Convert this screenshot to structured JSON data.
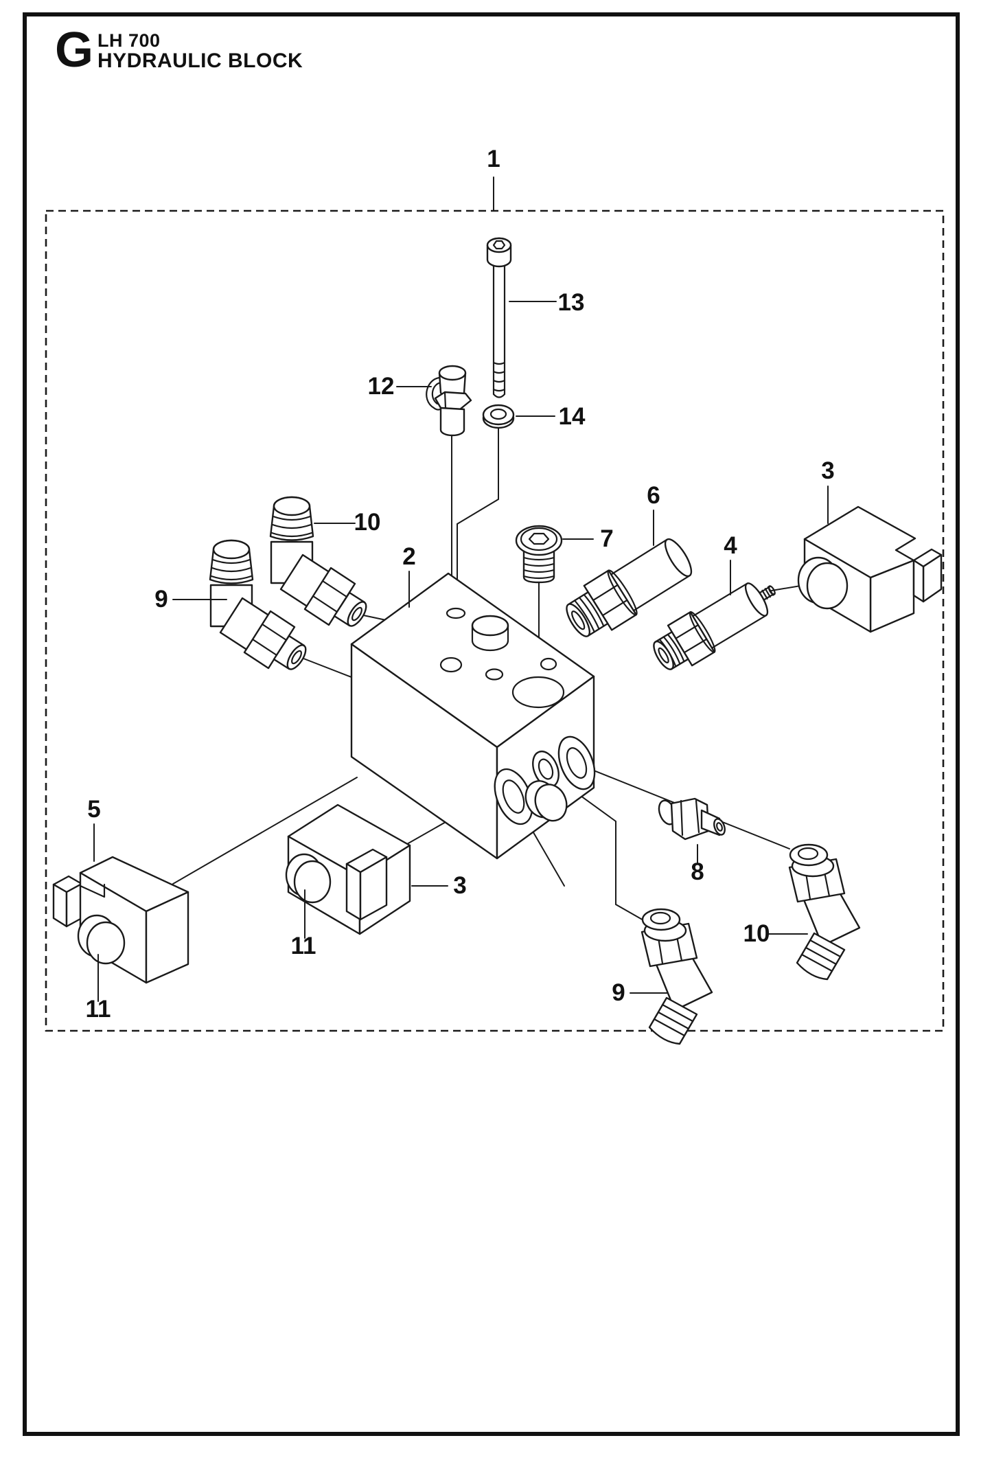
{
  "header": {
    "section_letter": "G",
    "model": "LH 700",
    "title": "HYDRAULIC BLOCK"
  },
  "figure": {
    "callouts": {
      "c1": "1",
      "c2": "2",
      "c3_top": "3",
      "c3_bottom": "3",
      "c4": "4",
      "c5": "5",
      "c6": "6",
      "c7": "7",
      "c8": "8",
      "c9_top": "9",
      "c9_bottom": "9",
      "c10_top": "10",
      "c10_bottom": "10",
      "c11_left": "11",
      "c11_middle": "11",
      "c12": "12",
      "c13": "13",
      "c14": "14"
    },
    "colors": {
      "line": "#1a1a1a",
      "background": "#ffffff"
    }
  }
}
